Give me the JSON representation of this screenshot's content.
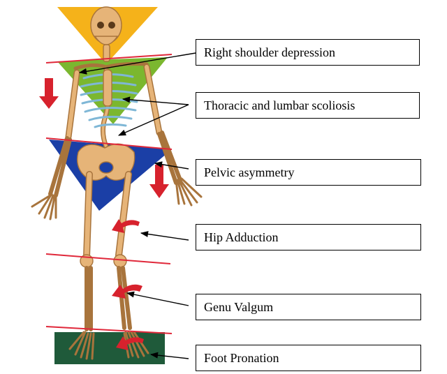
{
  "labels": [
    "Right shoulder depression",
    "Thoracic and lumbar scoliosis",
    "Pelvic asymmetry",
    "Hip Adduction",
    "Genu Valgum",
    "Foot Pronation"
  ],
  "colors": {
    "head_triangle": "#f5b21a",
    "shoulder_triangle": "#7bb72f",
    "pelvis_triangle": "#1b3fa6",
    "foot_rect": "#1f5a3a",
    "alignment_line": "#e0283a",
    "direction_arrow": "#d7222d",
    "bone": "#e6b478",
    "bone_outline": "#a8743c",
    "ribs": "#7fb7d6",
    "leader_line": "#000000"
  },
  "icons": {
    "direction_arrow": "red-down-arrow-icon",
    "curved_arrow": "red-curved-arrow-icon"
  }
}
